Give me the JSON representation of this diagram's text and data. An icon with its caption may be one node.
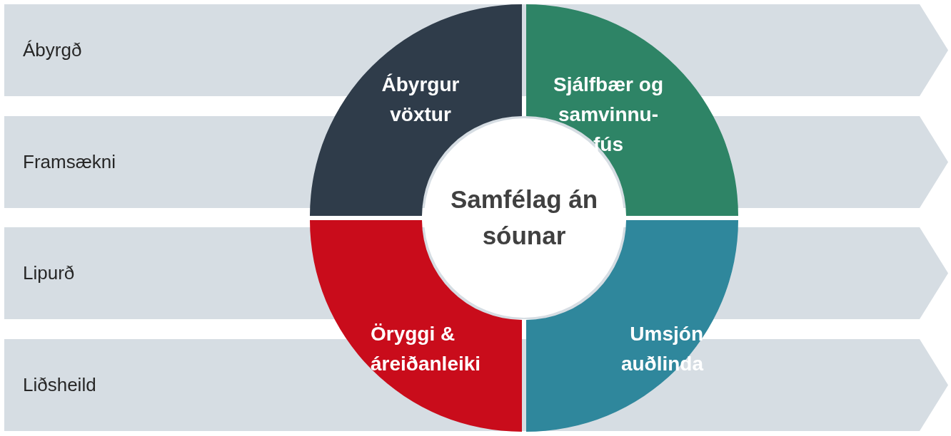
{
  "diagram": {
    "nodes": [
      {
        "text": [
          "Ábyrgð"
        ]
      },
      {
        "text": [
          "Framsækni"
        ]
      },
      {
        "text": [
          "Lipurð"
        ]
      },
      {
        "text": [
          "Liðsheild"
        ]
      },
      {
        "text": [
          "Ábyrgur vöxtur"
        ]
      },
      {
        "text": [
          "Sjálfbær og samvinnu-fús"
        ]
      },
      {
        "text": [
          "Öryggi & áreiðanleiki"
        ]
      },
      {
        "text": [
          "Umsjón auðlinda"
        ]
      },
      {
        "text": [
          "Samfélag án sóunar"
        ]
      }
    ],
    "edges": []
  }
}
